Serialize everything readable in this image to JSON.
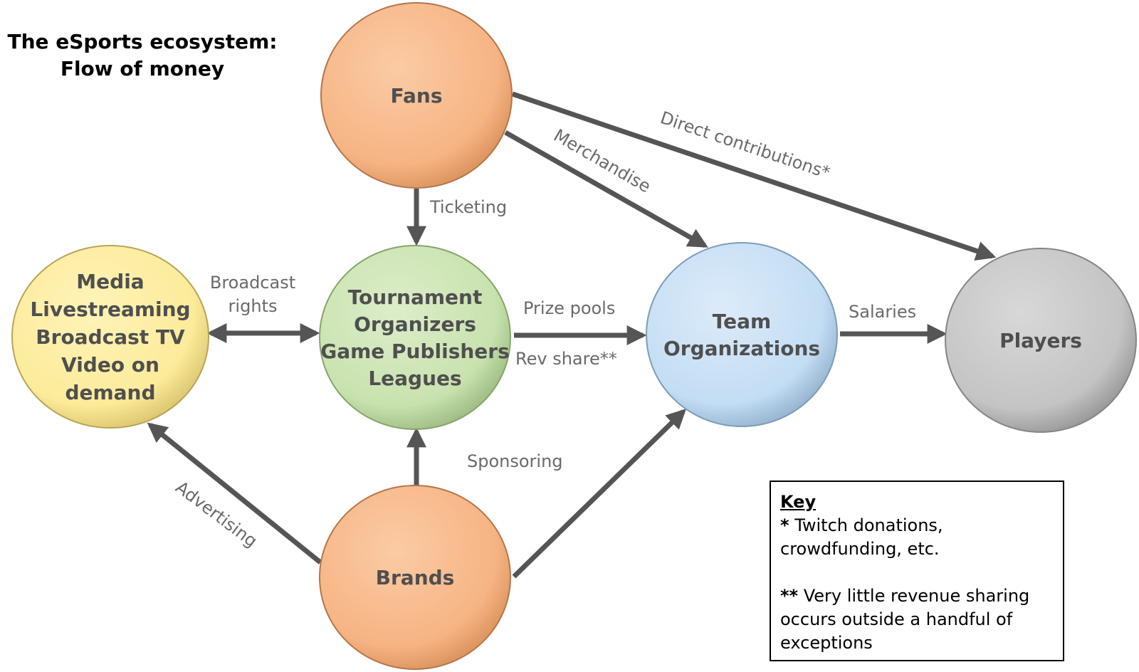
{
  "title": {
    "line1": "The eSports ecosystem:",
    "line2": "Flow of money"
  },
  "nodes": {
    "fans": {
      "lines": [
        "Fans"
      ],
      "color": "#F6B484"
    },
    "media": {
      "lines": [
        "Media",
        "Livestreaming",
        "Broadcast TV",
        "Video on",
        "demand"
      ],
      "color": "#FCEB9A"
    },
    "tournament": {
      "lines": [
        "Tournament",
        "Organizers",
        "Game Publishers",
        "Leagues"
      ],
      "color": "#C8E2AE"
    },
    "team": {
      "lines": [
        "Team",
        "Organizations"
      ],
      "color": "#C3DDF4"
    },
    "players": {
      "lines": [
        "Players"
      ],
      "color": "#C4C4C4"
    },
    "brands": {
      "lines": [
        "Brands"
      ],
      "color": "#F6B484"
    }
  },
  "edges": {
    "ticketing": "Ticketing",
    "merchandise": "Merchandise",
    "direct_contributions": "Direct contributions*",
    "broadcast_rights_1": "Broadcast",
    "broadcast_rights_2": "rights",
    "prize_pools": "Prize pools",
    "rev_share": "Rev share**",
    "salaries": "Salaries",
    "sponsoring": "Sponsoring",
    "advertising": "Advertising"
  },
  "key": {
    "title": "Key",
    "note1_mark": "*",
    "note1_line1": " Twitch donations,",
    "note1_line2": "crowdfunding, etc.",
    "note2_mark": "**",
    "note2_line1": " Very little revenue sharing",
    "note2_line2": "occurs outside a handful of",
    "note2_line3": "exceptions"
  },
  "colors": {
    "arrow": "#555555",
    "edge_text": "#6a6a6a",
    "node_text": "#4f4f4f"
  }
}
